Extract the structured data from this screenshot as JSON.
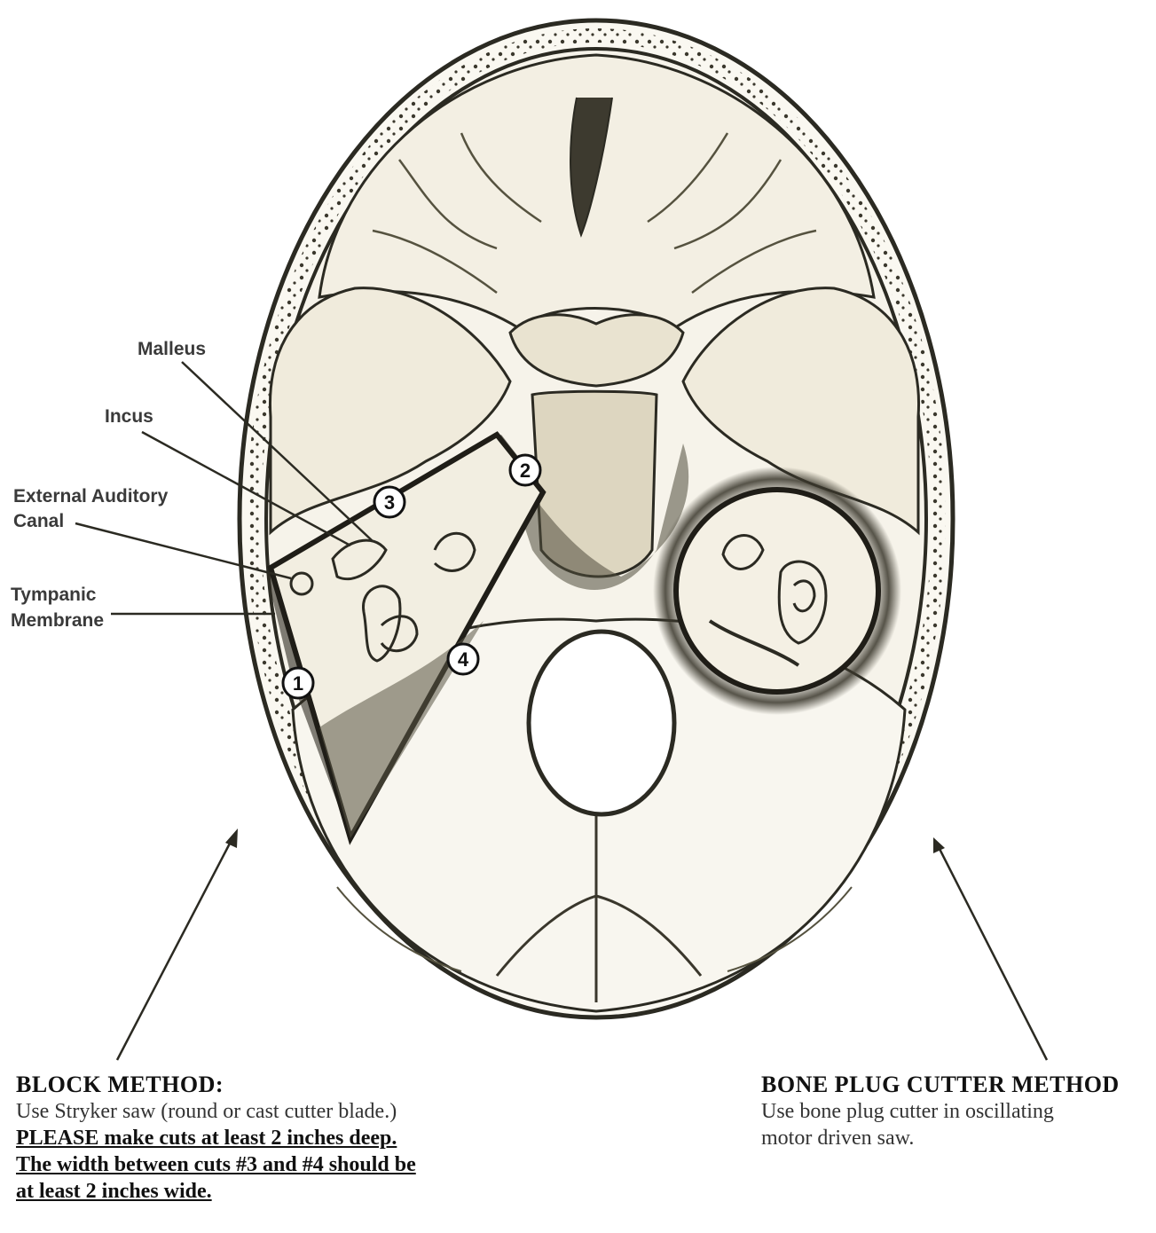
{
  "labels": {
    "malleus": "Malleus",
    "incus": "Incus",
    "external_auditory_canal_1": "External Auditory",
    "external_auditory_canal_2": "Canal",
    "tympanic_membrane_1": "Tympanic",
    "tympanic_membrane_2": "Membrane"
  },
  "cut_numbers": [
    "1",
    "2",
    "3",
    "4"
  ],
  "block_method": {
    "title": "BLOCK METHOD",
    "title_punct": ":",
    "line1": "Use Stryker saw (round or cast cutter blade.)",
    "line2": "PLEASE make cuts at least 2 inches deep.",
    "line3": "The width between cuts #3 and #4 should be",
    "line4": "at least 2 inches wide."
  },
  "bone_plug_method": {
    "title": "BONE PLUG CUTTER METHOD",
    "line1": "Use bone plug cutter in oscillating",
    "line2": "motor driven saw."
  },
  "colors": {
    "ink": "#2b2a22",
    "bone": "#f3f0e6",
    "shade": "#4a473a"
  }
}
